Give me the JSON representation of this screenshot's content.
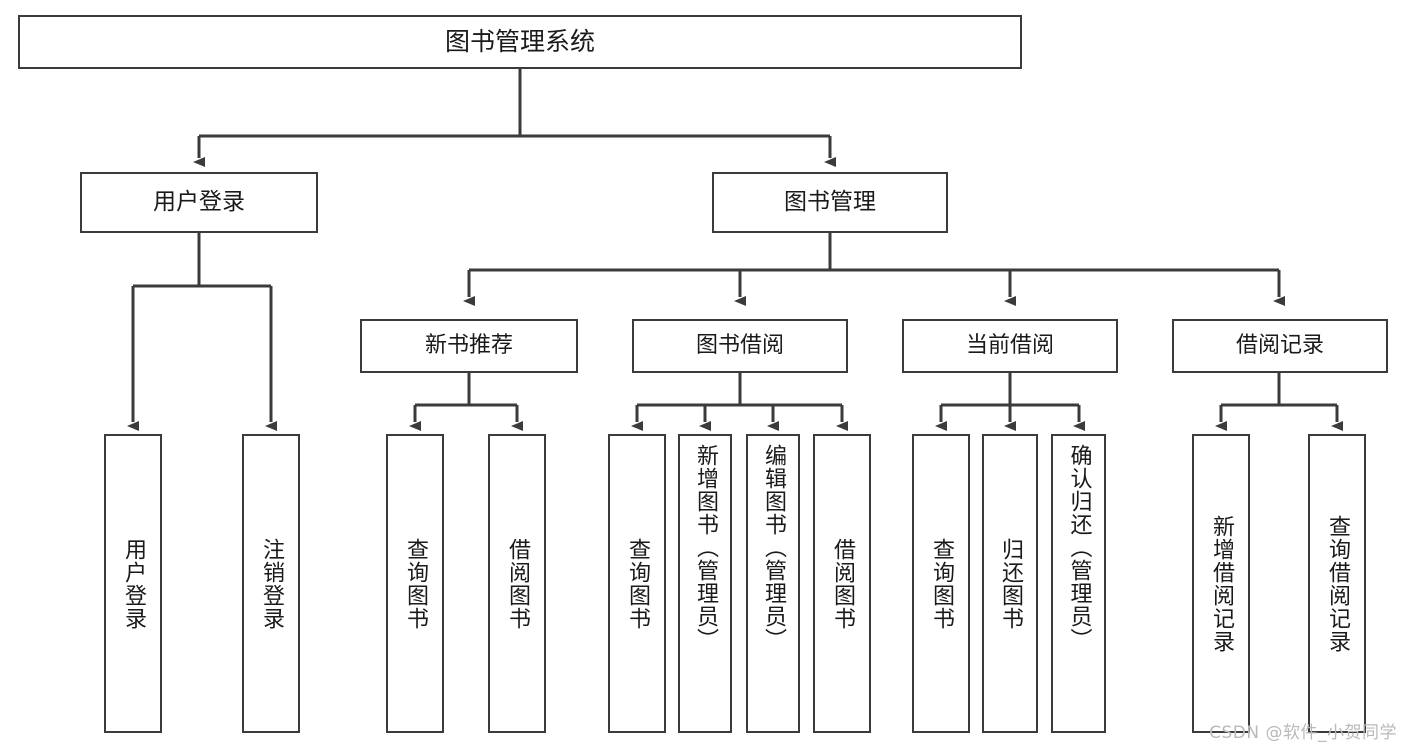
{
  "diagram": {
    "title": "图书管理系统",
    "type": "functional-decomposition-tree",
    "colors": {
      "node_border": "#3b3b3b",
      "node_fill": "#ffffff",
      "edge": "#3b3b3b",
      "text": "#1a1a1a",
      "watermark": "#b9b9b9",
      "background": "#ffffff"
    },
    "root": {
      "id": "root",
      "label": "图书管理系统"
    },
    "level2": [
      {
        "id": "user-login",
        "label": "用户登录"
      },
      {
        "id": "book-manage",
        "label": "图书管理"
      }
    ],
    "level3": [
      {
        "id": "new-book-rec",
        "label": "新书推荐",
        "parent": "book-manage"
      },
      {
        "id": "book-borrow",
        "label": "图书借阅",
        "parent": "book-manage"
      },
      {
        "id": "current-borrow",
        "label": "当前借阅",
        "parent": "book-manage"
      },
      {
        "id": "borrow-record",
        "label": "借阅记录",
        "parent": "book-manage"
      }
    ],
    "leaves": [
      {
        "id": "leaf-user-login",
        "label": "用户登录",
        "parent": "user-login"
      },
      {
        "id": "leaf-logout",
        "label": "注销登录",
        "parent": "user-login"
      },
      {
        "id": "leaf-query-book-1",
        "label": "查询图书",
        "parent": "new-book-rec"
      },
      {
        "id": "leaf-borrow-book-1",
        "label": "借阅图书",
        "parent": "new-book-rec"
      },
      {
        "id": "leaf-query-book-2",
        "label": "查询图书",
        "parent": "book-borrow"
      },
      {
        "id": "leaf-add-book",
        "label": "新增图书（管理员）",
        "parent": "book-borrow"
      },
      {
        "id": "leaf-edit-book",
        "label": "编辑图书（管理员）",
        "parent": "book-borrow"
      },
      {
        "id": "leaf-borrow-book-2",
        "label": "借阅图书",
        "parent": "book-borrow"
      },
      {
        "id": "leaf-query-book-3",
        "label": "查询图书",
        "parent": "current-borrow"
      },
      {
        "id": "leaf-return-book",
        "label": "归还图书",
        "parent": "current-borrow"
      },
      {
        "id": "leaf-confirm-return",
        "label": "确认归还（管理员）",
        "parent": "current-borrow"
      },
      {
        "id": "leaf-add-record",
        "label": "新增借阅记录",
        "parent": "borrow-record"
      },
      {
        "id": "leaf-query-record",
        "label": "查询借阅记录",
        "parent": "borrow-record"
      }
    ],
    "watermark": "CSDN @软件_小贺同学"
  }
}
